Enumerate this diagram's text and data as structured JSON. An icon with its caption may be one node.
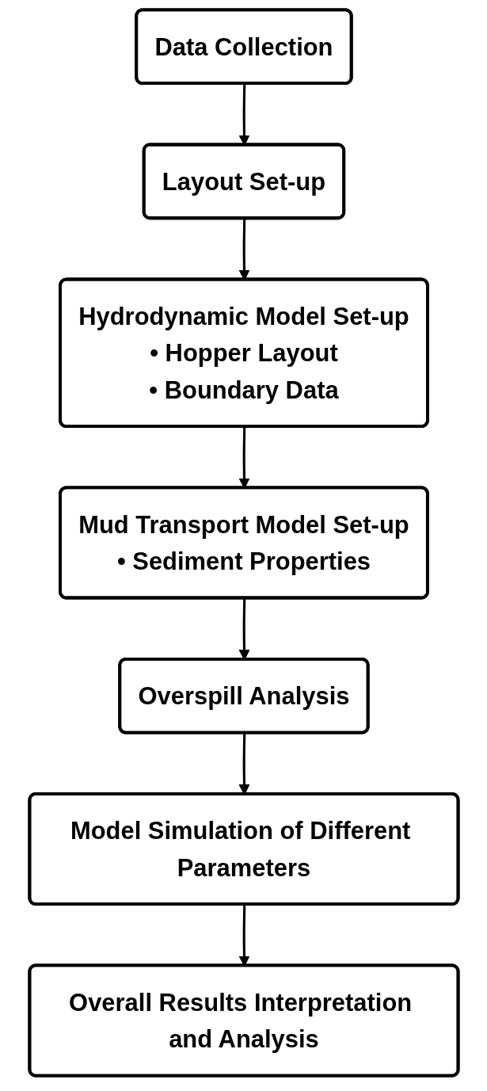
{
  "diagram": {
    "nodes": [
      {
        "text": [
          "Data Collection"
        ]
      },
      {
        "text": [
          "Layout Set-up"
        ]
      },
      {
        "text": [
          "Hydrodynamic Model Set-up",
          "• Hopper Layout",
          "• Boundary Data"
        ]
      },
      {
        "text": [
          "Mud Transport Model Set-up",
          "• Sediment Properties"
        ]
      },
      {
        "text": [
          "Overspill Analysis"
        ]
      },
      {
        "text": [
          "Model Simulation of Different Parameters"
        ]
      },
      {
        "text": [
          "Overall Results Interpretation and Analysis"
        ]
      }
    ],
    "edges": [
      {
        "from": 0,
        "to": 1,
        "arrow": "to"
      },
      {
        "from": 1,
        "to": 2,
        "arrow": "to"
      },
      {
        "from": 2,
        "to": 3,
        "arrow": "to"
      },
      {
        "from": 3,
        "to": 4,
        "arrow": "to"
      },
      {
        "from": 4,
        "to": 5,
        "arrow": "to"
      },
      {
        "from": 5,
        "to": 6,
        "arrow": "to"
      }
    ]
  }
}
